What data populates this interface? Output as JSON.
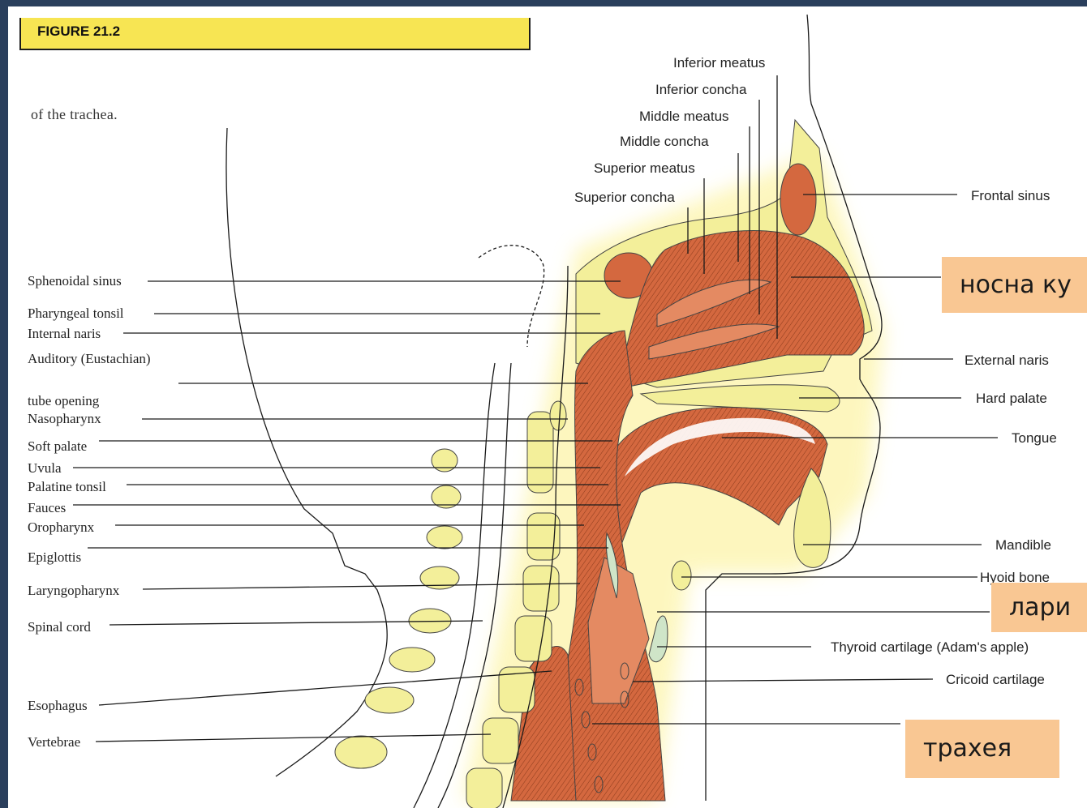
{
  "figure": {
    "number": "FIGURE 21.2",
    "caption_fragment": "of the trachea."
  },
  "labels": {
    "inferior_meatus": "Inferior meatus",
    "inferior_concha": "Inferior concha",
    "middle_meatus": "Middle meatus",
    "middle_concha": "Middle concha",
    "superior_meatus": "Superior meatus",
    "superior_concha": "Superior concha",
    "frontal_sinus": "Frontal sinus",
    "sphenoidal_sinus": "Sphenoidal sinus",
    "pharyngeal_tonsil": "Pharyngeal tonsil",
    "internal_naris": "Internal naris",
    "auditory_tube_1": "Auditory (Eustachian)",
    "auditory_tube_2": "tube opening",
    "nasopharynx": "Nasopharynx",
    "soft_palate": "Soft palate",
    "uvula": "Uvula",
    "palatine_tonsil": "Palatine tonsil",
    "fauces": "Fauces",
    "oropharynx": "Oropharynx",
    "epiglottis": "Epiglottis",
    "laryngopharynx": "Laryngopharynx",
    "spinal_cord": "Spinal cord",
    "esophagus": "Esophagus",
    "vertebrae": "Vertebrae",
    "external_naris": "External naris",
    "hard_palate": "Hard palate",
    "tongue": "Tongue",
    "mandible": "Mandible",
    "hyoid_bone": "Hyoid bone",
    "thyroid_cartilage": "Thyroid cartilage (Adam's apple)",
    "cricoid_cartilage": "Cricoid cartilage"
  },
  "overlays": {
    "nasal_cavity": "носна ку",
    "larynx": "лари",
    "trachea": "трахея"
  },
  "colors": {
    "frame": "#2a3f5c",
    "header_fill": "#f7e553",
    "overlay_fill": "#f9c793",
    "airway": "#d4683f",
    "bone": "#f3ef9a",
    "glow": "#fdf6b8"
  }
}
